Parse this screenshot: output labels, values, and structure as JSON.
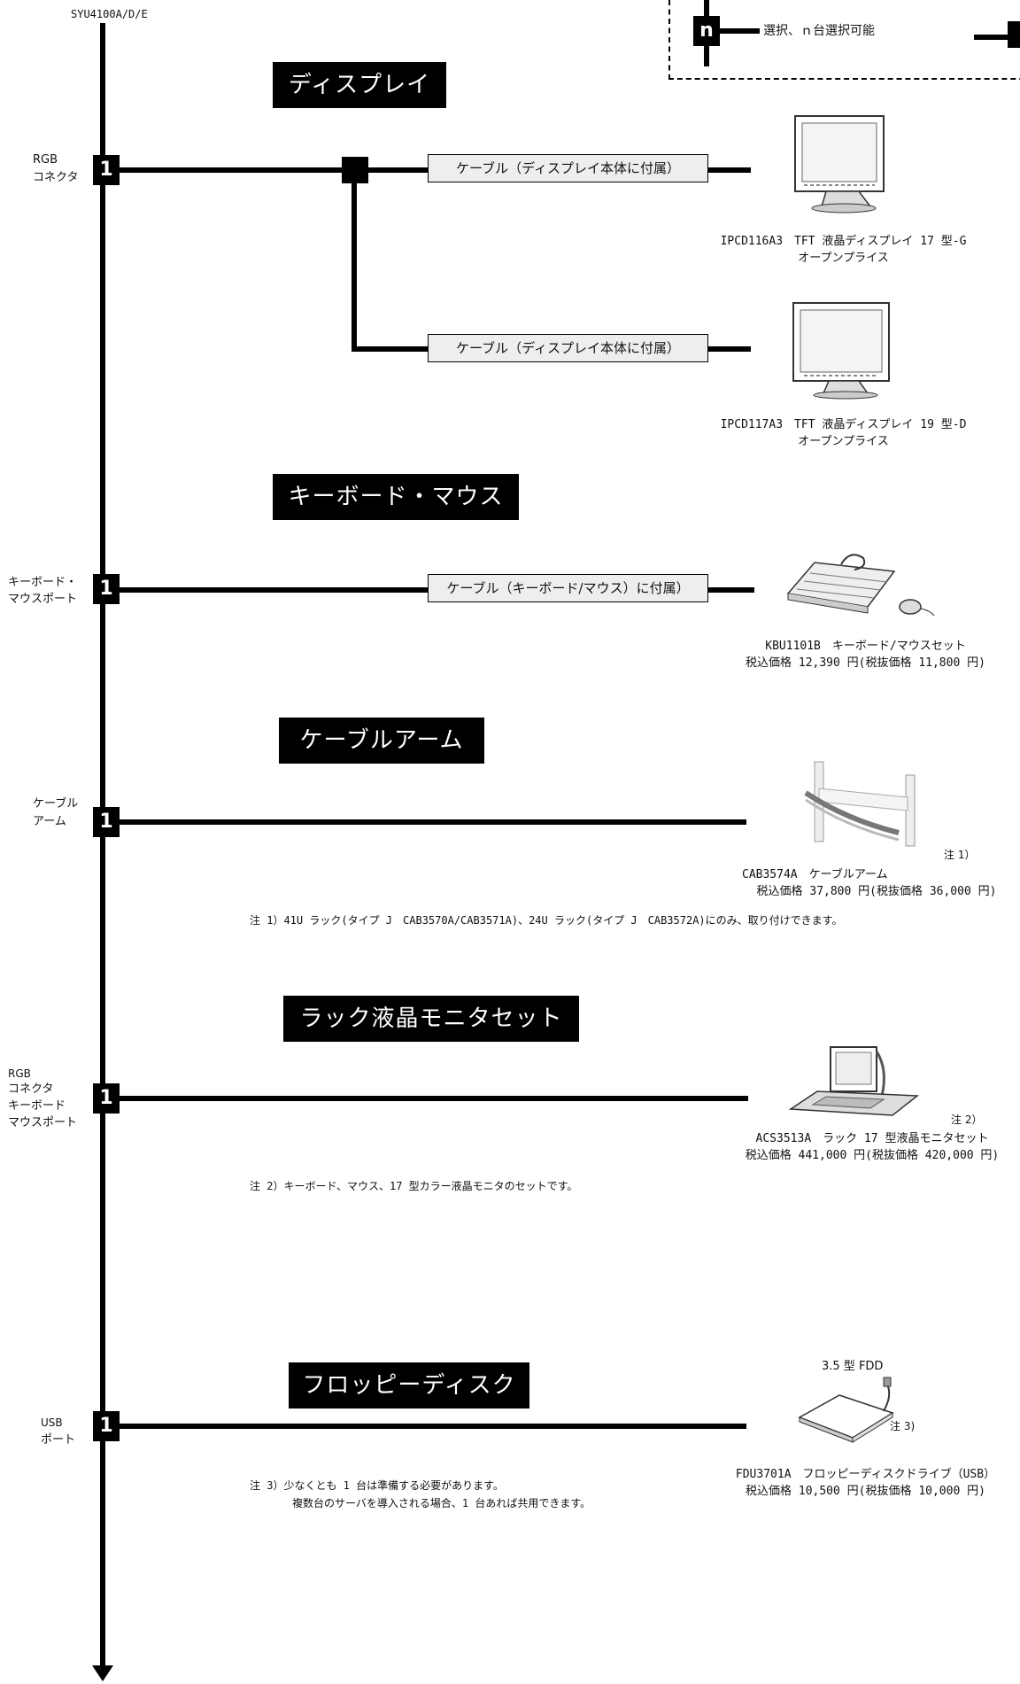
{
  "top_label": "SYU4100A/D/E",
  "legend": {
    "marker": "n",
    "text": "選択、ｎ台選択可能"
  },
  "sections": {
    "display": {
      "heading": "ディスプレイ",
      "port_label": [
        "RGB",
        "コネクタ"
      ],
      "count": "1",
      "cable1": "ケーブル（ディスプレイ本体に付属）",
      "cable2": "ケーブル（ディスプレイ本体に付属）",
      "product1": {
        "line1": "IPCD116A3　TFT 液晶ディスプレイ 17 型-G",
        "line2": "オープンプライス"
      },
      "product2": {
        "line1": "IPCD117A3　TFT 液晶ディスプレイ 19 型-D",
        "line2": "オープンプライス"
      }
    },
    "keyboard": {
      "heading": "キーボード・マウス",
      "port_label": [
        "キーボード・",
        "マウスポート"
      ],
      "count": "1",
      "cable": "ケーブル（キーボード/マウス）に付属）",
      "product": {
        "line1": "KBU1101B　キーボード/マウスセット",
        "line2": "税込価格 12,390 円(税抜価格 11,800 円)"
      }
    },
    "cable_arm": {
      "heading": "ケーブルアーム",
      "port_label": [
        "ケーブル",
        "アーム"
      ],
      "count": "1",
      "note_marker": "注 1）",
      "product": {
        "line1": "CAB3574A　ケーブルアーム",
        "line2": "税込価格 37,800 円(税抜価格 36,000 円)"
      },
      "note": "注 1）41U ラック(タイプ J　CAB3570A/CAB3571A)、24U ラック(タイプ J　CAB3572A)にのみ、取り付けできます。"
    },
    "rack_monitor": {
      "heading": "ラック液晶モニタセット",
      "port_label": [
        "RGB",
        "コネクタ",
        "キーボード",
        "マウスポート"
      ],
      "count": "1",
      "note_marker": "注 2）",
      "product": {
        "line1": "ACS3513A　ラック 17 型液晶モニタセット",
        "line2": "税込価格 441,000 円(税抜価格 420,000 円)"
      },
      "note": "注 2）キーボード、マウス、17 型カラー液晶モニタのセットです。"
    },
    "floppy": {
      "heading": "フロッピーディスク",
      "port_label": [
        "USB",
        "ポート"
      ],
      "count": "1",
      "image_label": "3.5 型 FDD",
      "note_marker": "注 3)",
      "product": {
        "line1": "FDU3701A　フロッピーディスクドライブ（USB）",
        "line2": "税込価格 10,500 円(税抜価格 10,000 円)"
      },
      "note_line1": "注 3）少なくとも 1 台は準備する必要があります。",
      "note_line2": "複数台のサーバを導入される場合、1 台あれば共用できます。"
    }
  }
}
